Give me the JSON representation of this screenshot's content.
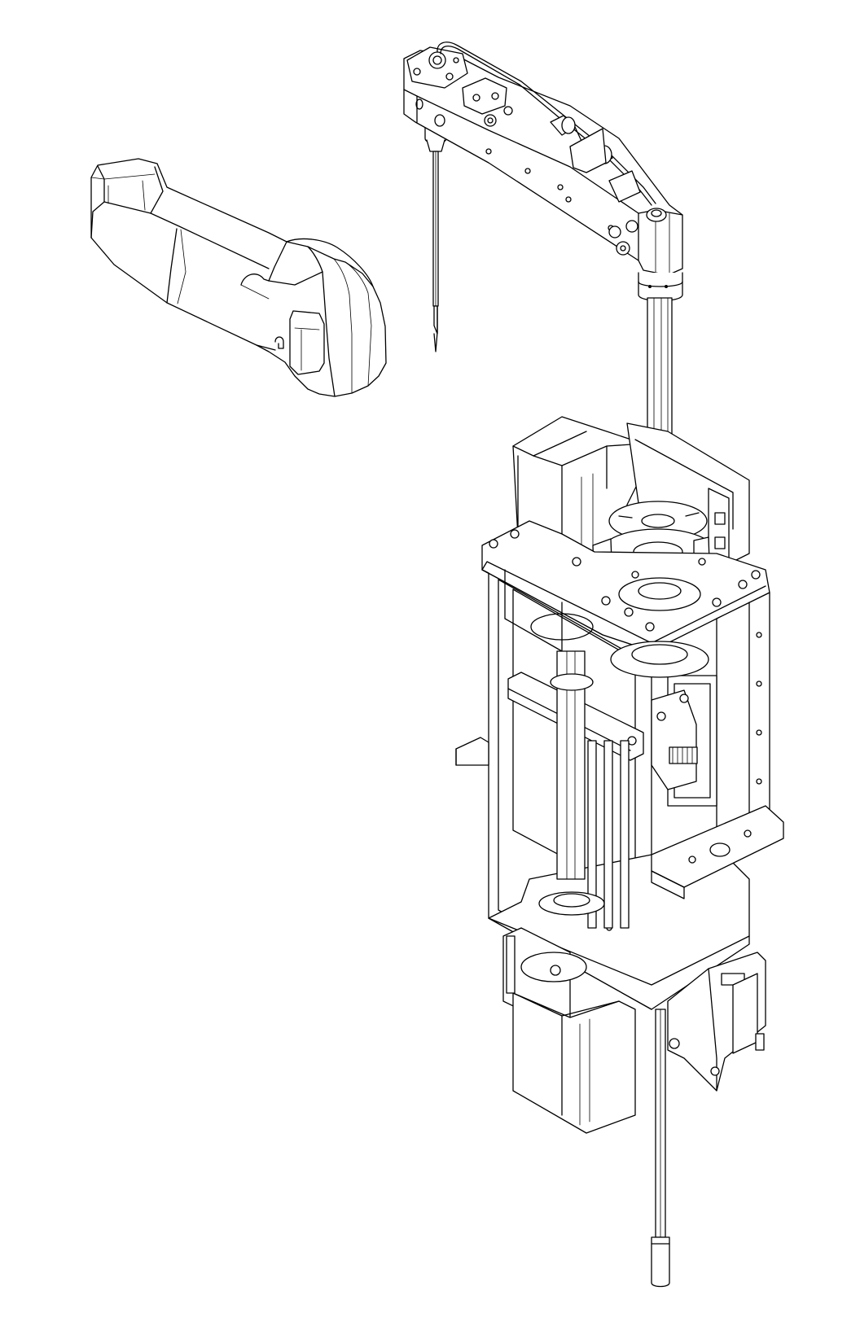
{
  "figure": {
    "background": "#ffffff",
    "line_color": "#000000",
    "style": "isometric line-art technical illustration",
    "components": [
      "probe-arm",
      "probe-needle",
      "arm-cover",
      "vertical-shaft",
      "main-frame",
      "rotation-motor",
      "lift-motor",
      "sensor-board",
      "mounting-bracket",
      "lower-rod"
    ]
  }
}
